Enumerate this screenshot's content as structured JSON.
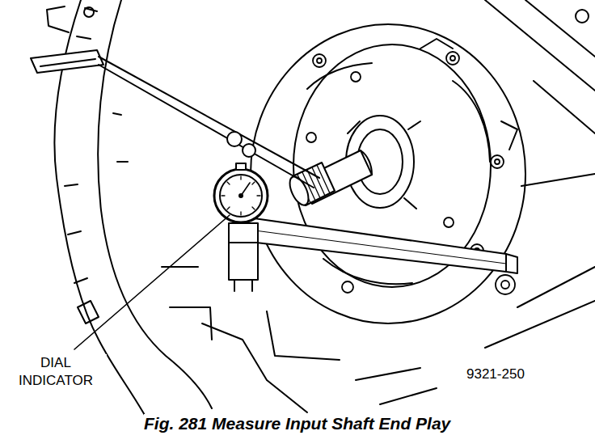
{
  "diagram": {
    "caption": "Fig. 281 Measure Input Shaft End Play",
    "labels": [
      "DIAL INDICATOR",
      "9321-250"
    ]
  }
}
